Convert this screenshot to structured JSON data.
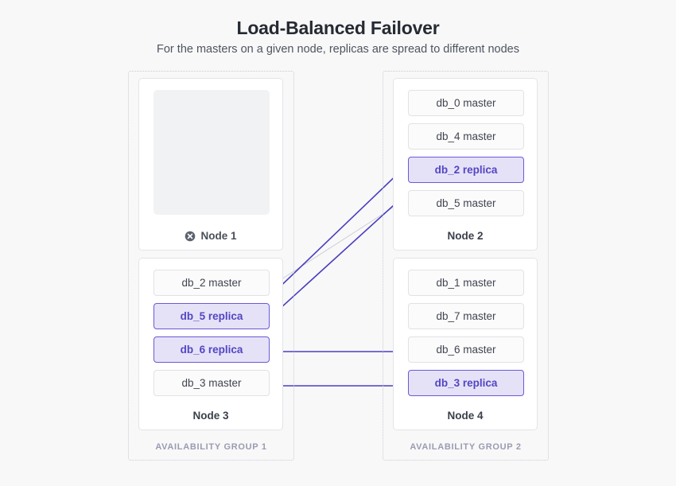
{
  "header": {
    "title": "Load-Balanced Failover",
    "subtitle": "For the masters on a given node, replicas are spread to different nodes"
  },
  "colors": {
    "background": "#f8f8f9",
    "accent_purple": "#5246c4",
    "replica_fill": "#e5e2f7",
    "replica_border": "#6a5ad6",
    "master_fill": "#fbfbfc",
    "master_border": "#e1e2e6",
    "arrow": "#4a3fc0",
    "ghost_line": "#cfd0d6",
    "group_border": "#c9cbd2",
    "group_label": "#9a9bb0",
    "title": "#262a33",
    "subtitle": "#4f545e",
    "failed_icon": "#5d6270"
  },
  "groups": [
    {
      "id": "availability-group-1",
      "label": "AVAILABILITY GROUP 1"
    },
    {
      "id": "availability-group-2",
      "label": "AVAILABILITY GROUP 2"
    }
  ],
  "nodes": [
    {
      "id": "node-1",
      "label": "Node 1",
      "status": "failed",
      "status_icon": "x-circle-icon",
      "databases": []
    },
    {
      "id": "node-2",
      "label": "Node 2",
      "status": "healthy",
      "databases": [
        {
          "name": "db_0",
          "role": "master",
          "text": "db_0 master"
        },
        {
          "name": "db_4",
          "role": "master",
          "text": "db_4 master"
        },
        {
          "name": "db_2",
          "role": "replica",
          "text": "db_2 replica"
        },
        {
          "name": "db_5",
          "role": "master",
          "text": "db_5 master"
        }
      ]
    },
    {
      "id": "node-3",
      "label": "Node 3",
      "status": "healthy",
      "databases": [
        {
          "name": "db_2",
          "role": "master",
          "text": "db_2 master"
        },
        {
          "name": "db_5",
          "role": "replica",
          "text": "db_5 replica"
        },
        {
          "name": "db_6",
          "role": "replica",
          "text": "db_6 replica"
        },
        {
          "name": "db_3",
          "role": "master",
          "text": "db_3 master"
        }
      ]
    },
    {
      "id": "node-4",
      "label": "Node 4",
      "status": "healthy",
      "databases": [
        {
          "name": "db_1",
          "role": "master",
          "text": "db_1 master"
        },
        {
          "name": "db_7",
          "role": "master",
          "text": "db_7 master"
        },
        {
          "name": "db_6",
          "role": "master",
          "text": "db_6 master"
        },
        {
          "name": "db_3",
          "role": "replica",
          "text": "db_3 replica"
        }
      ]
    }
  ],
  "connections": [
    {
      "id": "db_2-master-to-replica",
      "from": "node-3 db_2 master",
      "to": "node-2 db_2 replica",
      "style": "arrow"
    },
    {
      "id": "db_5-master-to-replica",
      "from": "node-2 db_5 master",
      "to": "node-3 db_5 replica",
      "style": "arrow"
    },
    {
      "id": "db_6-master-to-replica",
      "from": "node-4 db_6 master",
      "to": "node-3 db_6 replica",
      "style": "arrow"
    },
    {
      "id": "db_3-master-to-replica",
      "from": "node-3 db_3 master",
      "to": "node-4 db_3 replica",
      "style": "arrow"
    }
  ]
}
